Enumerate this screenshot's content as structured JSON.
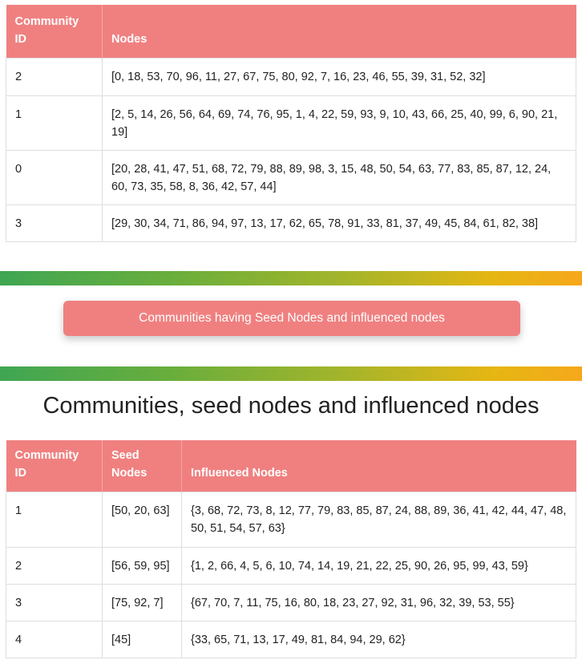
{
  "table1": {
    "headers": [
      "Community ID",
      "Nodes"
    ],
    "rows": [
      [
        "2",
        "[0, 18, 53, 70, 96, 11, 27, 67, 75, 80, 92, 7, 16, 23, 46, 55, 39, 31, 52, 32]"
      ],
      [
        "1",
        "[2, 5, 14, 26, 56, 64, 69, 74, 76, 95, 1, 4, 22, 59, 93, 9, 10, 43, 66, 25, 40, 99, 6, 90, 21, 19]"
      ],
      [
        "0",
        "[20, 28, 41, 47, 51, 68, 72, 79, 88, 89, 98, 3, 15, 48, 50, 54, 63, 77, 83, 85, 87, 12, 24, 60, 73, 35, 58, 8, 36, 42, 57, 44]"
      ],
      [
        "3",
        "[29, 30, 34, 71, 86, 94, 97, 13, 17, 62, 65, 78, 91, 33, 81, 37, 49, 45, 84, 61, 82, 38]"
      ]
    ]
  },
  "button": {
    "label": "Communities having Seed Nodes and influenced nodes"
  },
  "section2": {
    "title": "Communities, seed nodes and influenced nodes"
  },
  "table2": {
    "headers": [
      "Community ID",
      "Seed Nodes",
      "Influenced Nodes"
    ],
    "rows": [
      [
        "1",
        "[50, 20, 63]",
        "{3, 68, 72, 73, 8, 12, 77, 79, 83, 85, 87, 24, 88, 89, 36, 41, 42, 44, 47, 48, 50, 51, 54, 57, 63}"
      ],
      [
        "2",
        "[56, 59, 95]",
        "{1, 2, 66, 4, 5, 6, 10, 74, 14, 19, 21, 22, 25, 90, 26, 95, 99, 43, 59}"
      ],
      [
        "3",
        "[75, 92, 7]",
        "{67, 70, 7, 11, 75, 16, 80, 18, 23, 27, 92, 31, 96, 32, 39, 53, 55}"
      ],
      [
        "4",
        "[45]",
        "{33, 65, 71, 13, 17, 49, 81, 84, 94, 29, 62}"
      ]
    ]
  },
  "colors": {
    "header_bg": "#f08080",
    "gradient_start": "#3fa653",
    "gradient_end": "#f6a81c"
  }
}
